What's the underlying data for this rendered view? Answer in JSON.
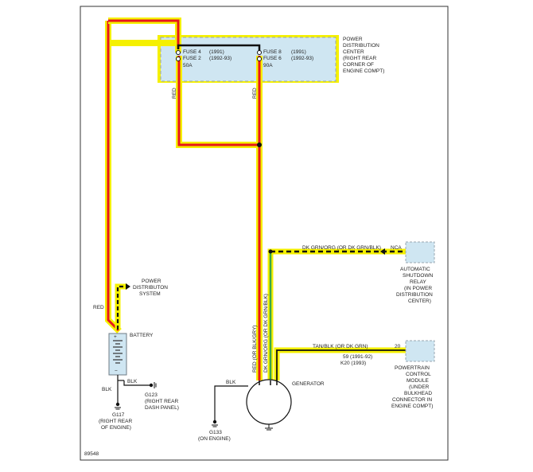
{
  "colors": {
    "highlight": "#f5f000",
    "wire_red": "#e8161c",
    "wire_green": "#3aa64a",
    "wire_black": "#111111",
    "box_fill": "#cfe6f2",
    "box_dash": "#9aa7b0"
  },
  "pdc": {
    "fuse_left_line1_name": "FUSE 4",
    "fuse_left_line1_years": "(1991)",
    "fuse_left_line2_name": "FUSE 2",
    "fuse_left_line2_years": "(1992-93)",
    "fuse_left_rating": "50A",
    "fuse_right_line1_name": "FUSE 8",
    "fuse_right_line1_years": "(1991)",
    "fuse_right_line2_name": "FUSE 6",
    "fuse_right_line2_years": "(1992-93)",
    "fuse_right_rating": "90A",
    "label_lines": [
      "POWER",
      "DISTRIBUTION",
      "CENTER",
      "(RIGHT REAR",
      "CORNER OF",
      "ENGINE COMPT)"
    ]
  },
  "wires": {
    "red_left_of_left_fuse": "RED",
    "red_left_of_right_fuse": "RED",
    "red_near_battery": "RED",
    "dk_grn_org_horizontal": "DK GRN/ORG (OR DK GRN/BLK)",
    "red_or_blk_gry": "RED (OR BLK/GRY)",
    "dk_grn_org_vertical": "DK GRN/ORG (OR DK GRN/BLK)",
    "tan_blk": "TAN/BLK (OR DK GRN)",
    "blk_battery_ground": "BLK",
    "blk_battery_g123": "BLK",
    "blk_generator": "BLK"
  },
  "asd_relay": {
    "pin": "NCA",
    "label_lines": [
      "AUTOMATIC",
      "SHUTDOWN",
      "RELAY",
      "(IN POWER",
      "DISTRIBUTION",
      "CENTER)"
    ]
  },
  "pcm": {
    "pin": "20",
    "pin_alt1": "59  (1991-92)",
    "pin_alt2": "K20  (1993)",
    "label_lines": [
      "POWERTRAIN",
      "CONTROL",
      "MODULE",
      "(UNDER",
      "BULKHEAD",
      "CONNECTOR IN",
      "ENGINE COMPT)"
    ]
  },
  "power_dist": {
    "label_lines": [
      "POWER",
      "DISTRIBUTON",
      "SYSTEM"
    ]
  },
  "battery": {
    "label": "BATTERY"
  },
  "generator": {
    "label": "GENERATOR"
  },
  "grounds": {
    "g117_lines": [
      "G117",
      "(RIGHT REAR",
      "OF ENGINE)"
    ],
    "g123_lines": [
      "G123",
      "(RIGHT REAR",
      "DASH PANEL)"
    ],
    "g133_lines": [
      "G133",
      "(ON ENGINE)"
    ]
  },
  "figure_number": "89548"
}
